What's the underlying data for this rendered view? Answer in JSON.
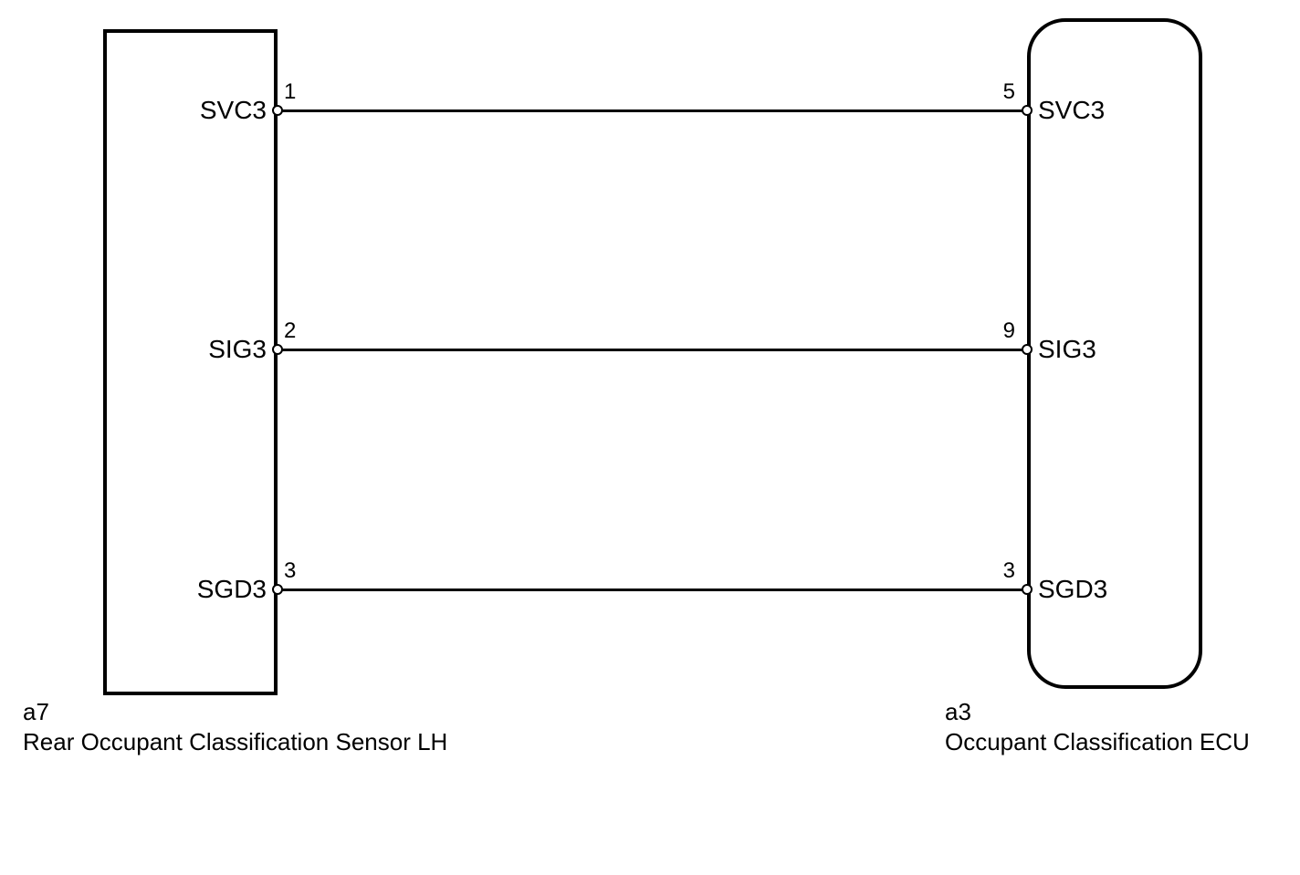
{
  "colors": {
    "background": "#ffffff",
    "line": "#000000",
    "text": "#000000"
  },
  "connectors": {
    "left": {
      "code": "a7",
      "name": "Rear Occupant Classification Sensor LH",
      "shape": "rectangle"
    },
    "right": {
      "code": "a3",
      "name": "Occupant Classification ECU",
      "shape": "rounded-rectangle"
    }
  },
  "wires": [
    {
      "signal": "SVC3",
      "left_pin": "1",
      "left_label": "SVC3",
      "right_pin": "5",
      "right_label": "SVC3"
    },
    {
      "signal": "SIG3",
      "left_pin": "2",
      "left_label": "SIG3",
      "right_pin": "9",
      "right_label": "SIG3"
    },
    {
      "signal": "SGD3",
      "left_pin": "3",
      "left_label": "SGD3",
      "right_pin": "3",
      "right_label": "SGD3"
    }
  ]
}
